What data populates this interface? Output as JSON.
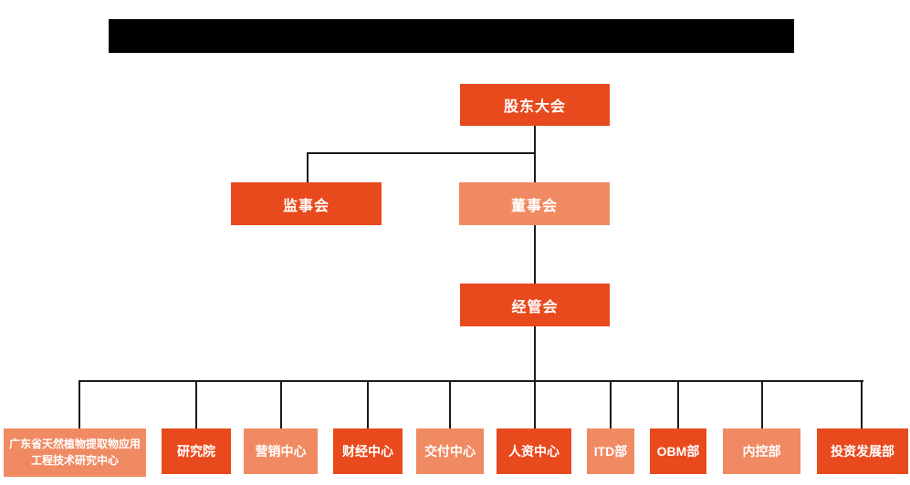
{
  "header": {
    "redaction_bar": {
      "color": "#000000"
    }
  },
  "org_chart": {
    "nodes": {
      "root": "股东大会",
      "supervisory": "监事会",
      "board": "董事会",
      "management": "经管会"
    },
    "departments": [
      {
        "label": "广东省天然植物提取物应用工程技术研究中心",
        "variant": "light"
      },
      {
        "label": "研究院",
        "variant": "dark"
      },
      {
        "label": "营销中心",
        "variant": "light"
      },
      {
        "label": "财经中心",
        "variant": "dark"
      },
      {
        "label": "交付中心",
        "variant": "light"
      },
      {
        "label": "人资中心",
        "variant": "dark"
      },
      {
        "label": "ITD部",
        "variant": "light"
      },
      {
        "label": "OBM部",
        "variant": "dark"
      },
      {
        "label": "内控部",
        "variant": "light"
      },
      {
        "label": "投资发展部",
        "variant": "dark"
      }
    ],
    "colors": {
      "primary_orange": "#e8491d",
      "light_orange": "#f08a62",
      "connector": "#1a1a1a",
      "redaction": "#000000",
      "text": "#ffffff",
      "background": "#ffffff"
    }
  }
}
